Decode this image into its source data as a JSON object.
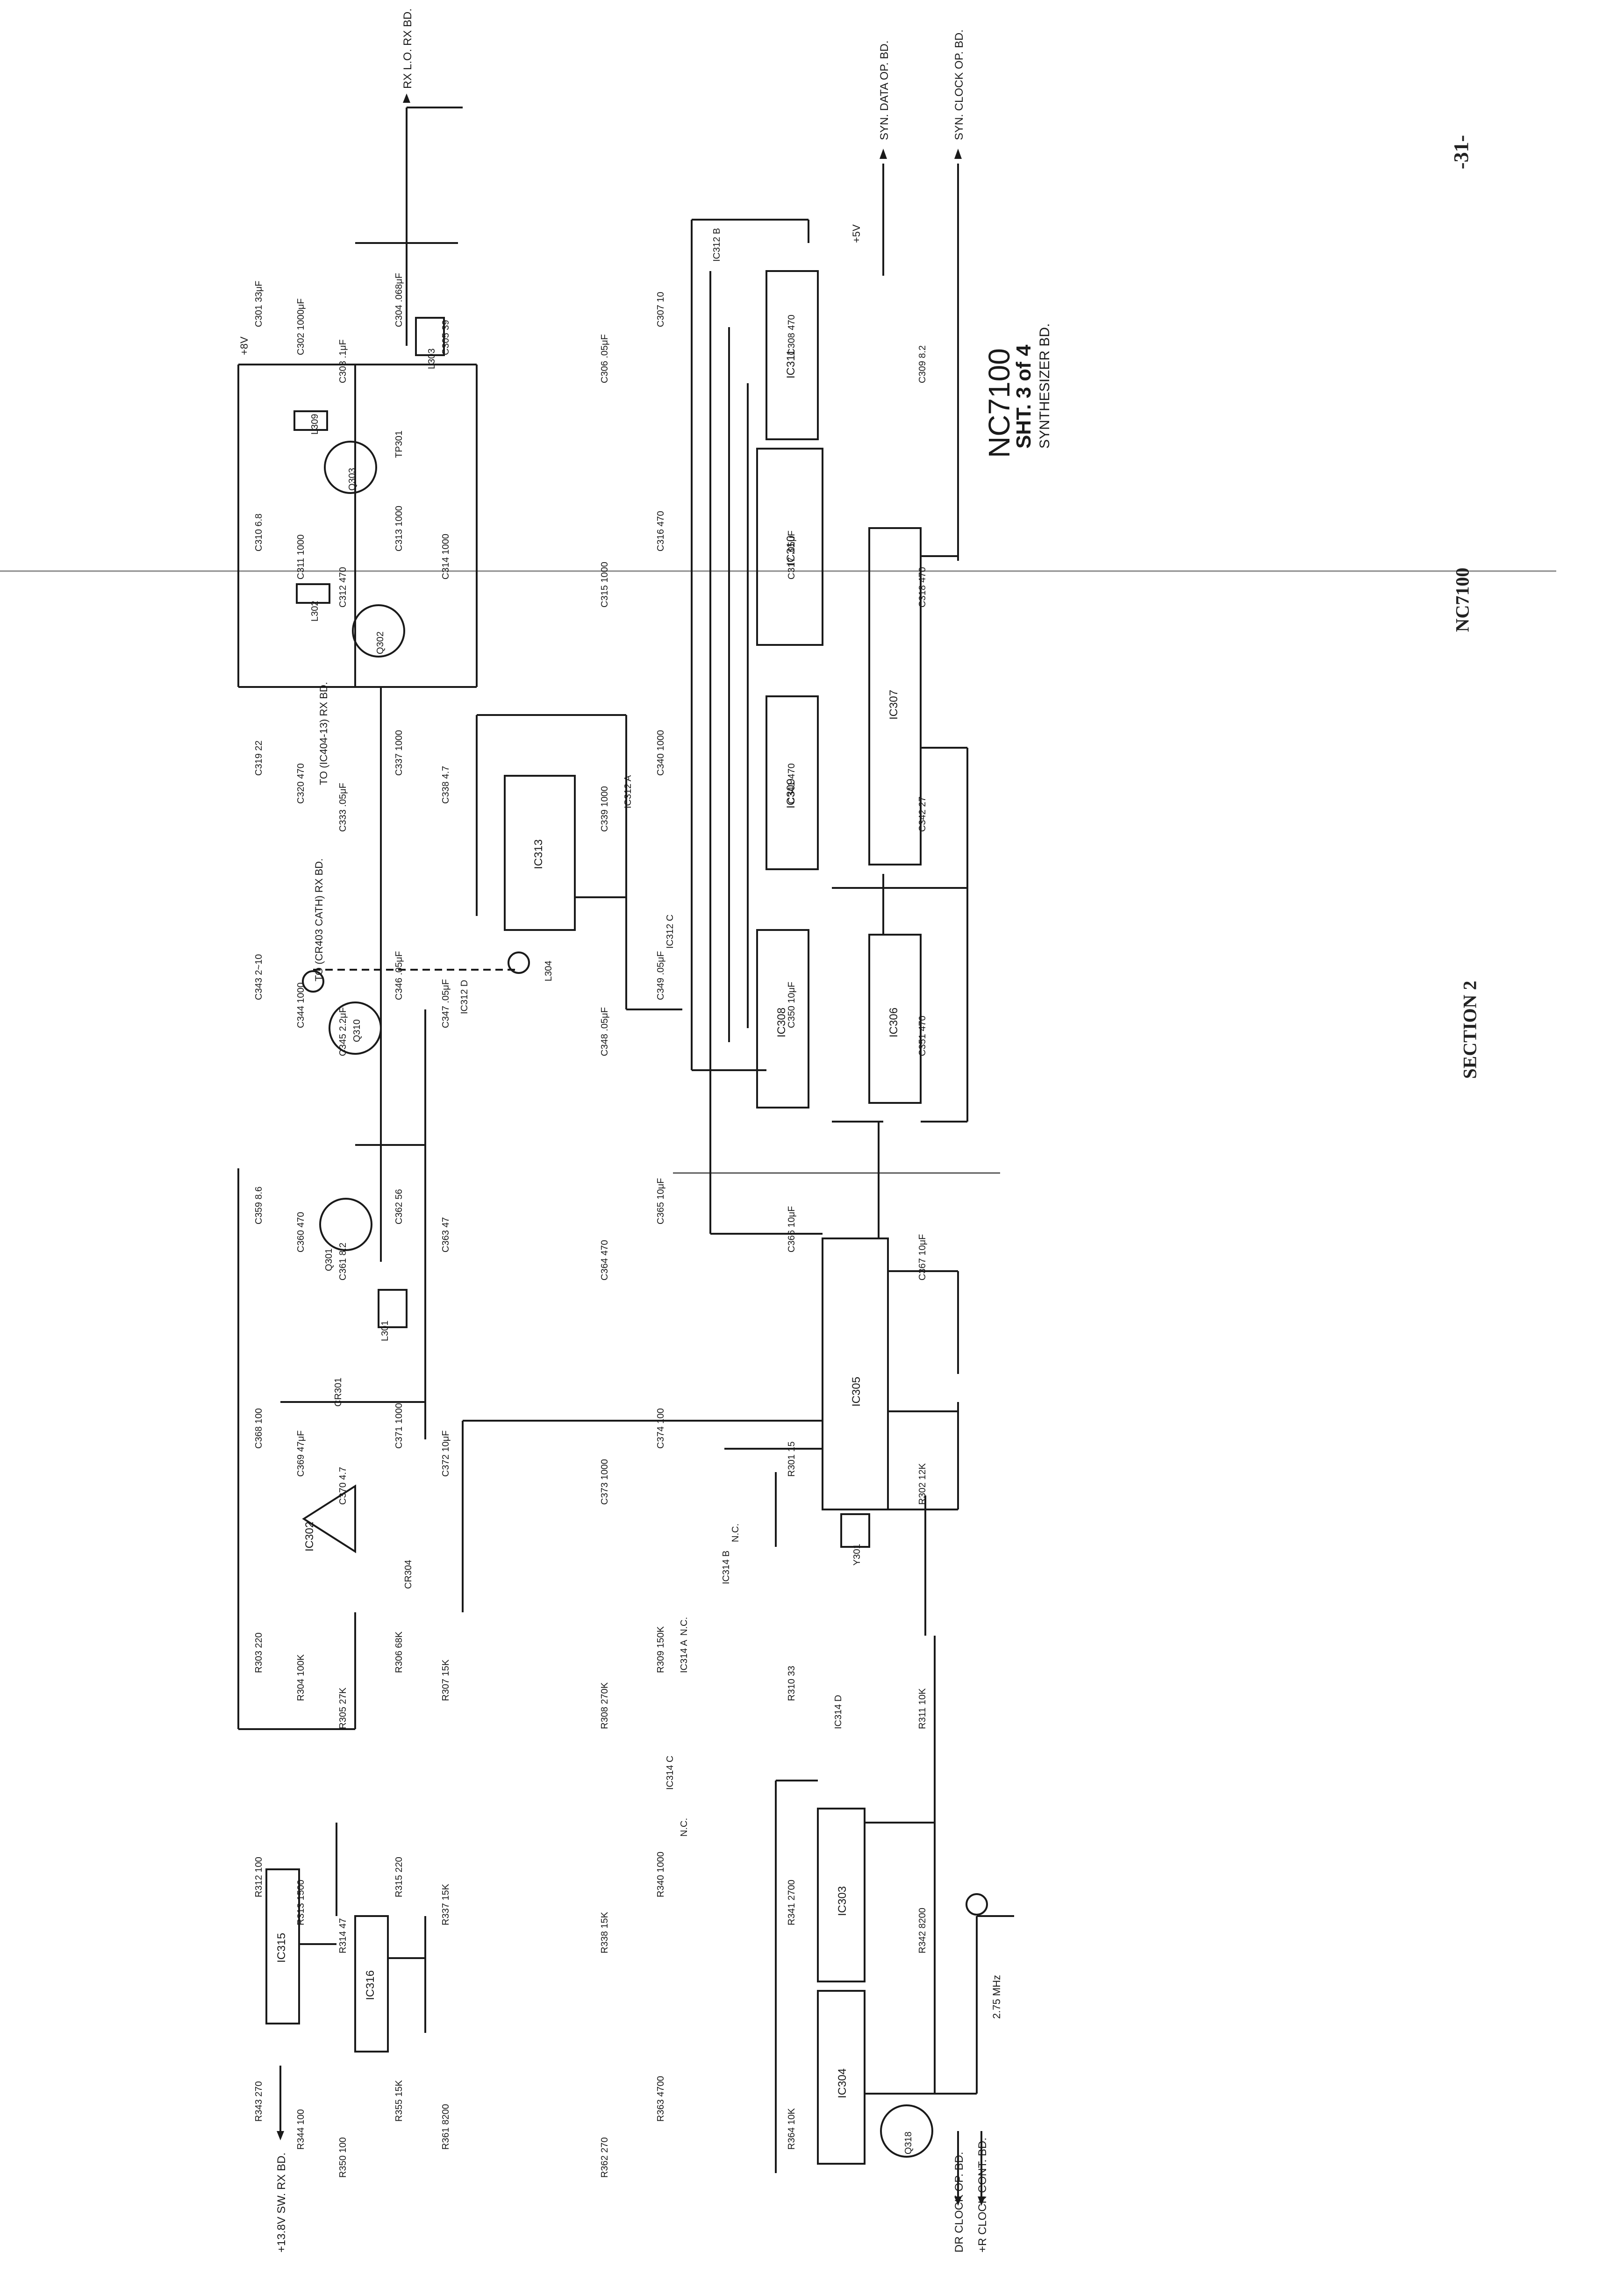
{
  "page": {
    "page_number": "-31-",
    "model_side": "NC7100",
    "section": "SECTION 2"
  },
  "title_block": {
    "model": "NC7100",
    "sheet": "SHT. 3 of 4",
    "board": "SYNTHESIZER BD."
  },
  "connectors": {
    "rx_lo": "RX L.O. RX BD.",
    "syn_data": "SYN. DATA OP. BD.",
    "syn_clock": "SYN. CLOCK OP. BD.",
    "plus_13v8": "+13.8V SW. RX BD.",
    "to_ic404": "TO (IC404-13) RX BD.",
    "to_cr403": "TO (CR403 CATH) RX BD.",
    "dr_clock": "DR CLOCK OP. BD.",
    "clock_cont": "+R CLOCK CONT. BD.",
    "freq_275": "2.75 MHz"
  },
  "supply": {
    "plus5v": "+5V",
    "plus8v": "+8V"
  },
  "ics": {
    "ic302": "IC302",
    "ic303": "IC303",
    "ic304": "IC304",
    "ic305": "IC305",
    "ic306": "IC306",
    "ic307": "IC307",
    "ic308": "IC308",
    "ic309": "IC309",
    "ic310": "IC310",
    "ic311": "IC311",
    "ic313": "IC313",
    "ic315": "IC315",
    "ic316": "IC316"
  },
  "gates": {
    "ic312a": "IC312 A",
    "ic312b": "IC312 B",
    "ic312c": "IC312 C",
    "ic312d": "IC312 D",
    "ic314a": "IC314 A",
    "ic314b": "IC314 B",
    "ic314c": "IC314 C",
    "ic314d": "IC314 D"
  },
  "transistors": {
    "q301": "Q301",
    "q302": "Q302",
    "q303": "Q303",
    "q310": "Q310",
    "q318": "Q318"
  },
  "coils": {
    "l301": "L301",
    "l302": "L302",
    "l303": "L303",
    "l304": "L304",
    "l309": "L309"
  },
  "misc": {
    "y301": "Y301",
    "cr301": "CR301",
    "cr304": "CR304",
    "tp301": "TP301",
    "nc": "N.C."
  },
  "components": [
    "C301 33μF",
    "C302 1000μF",
    "C303 .1μF",
    "C304 .068μF",
    "C305 39",
    "C306 .05μF",
    "C307 10",
    "C308 470",
    "C309 8.2",
    "C310 6.8",
    "C311 1000",
    "C312 470",
    "C313 1000",
    "C314 1000",
    "C315 1000",
    "C316 470",
    "C317 .05μF",
    "C318 470",
    "C319 22",
    "C320 470",
    "C333 .05μF",
    "C337 1000",
    "C338 4.7",
    "C339 1000",
    "C340 1000",
    "C341 470",
    "C342 27",
    "C343 2~10",
    "C344 1000",
    "C345 2.2μF",
    "C346 .05μF",
    "C347 .05μF",
    "C348 .05μF",
    "C349 .05μF",
    "C350 10μF",
    "C351 470",
    "C359 8.6",
    "C360 470",
    "C361 8.2",
    "C362 56",
    "C363 47",
    "C364 470",
    "C365 10μF",
    "C366 10μF",
    "C367 10μF",
    "C368 100",
    "C369 47μF",
    "C370 4.7",
    "C371 1000",
    "C372 10μF",
    "C373 1000",
    "C374 100",
    "R301 15",
    "R302 12K",
    "R303 220",
    "R304 100K",
    "R305 27K",
    "R306 68K",
    "R307 15K",
    "R308 270K",
    "R309 150K",
    "R310 33",
    "R311 10K",
    "R312 100",
    "R313 1500",
    "R314 47",
    "R315 220",
    "R337 15K",
    "R338 15K",
    "R340 1000",
    "R341 2700",
    "R342 8200",
    "R343 270",
    "R344 100",
    "R350 100",
    "R355 15K",
    "R361 8200",
    "R362 270",
    "R363 4700",
    "R364 10K"
  ]
}
